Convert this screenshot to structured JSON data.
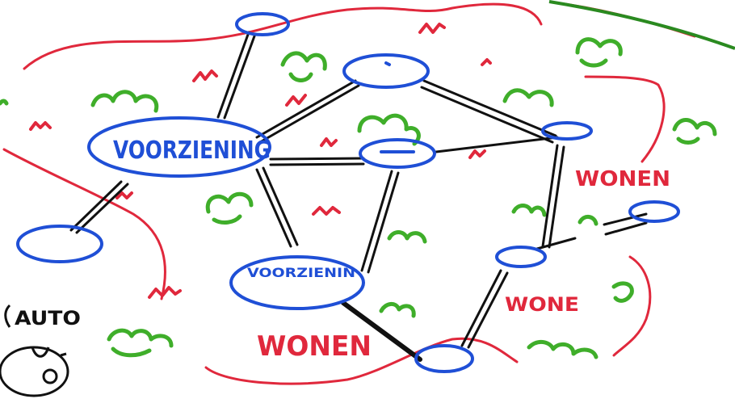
{
  "colors": {
    "node_blue": "#1f4fd6",
    "road_black": "#111111",
    "zone_red": "#e0283c",
    "green_blob": "#3fae2a",
    "paper": "#ffffff"
  },
  "nodes": {
    "voorziening_large": "VOORZIENING",
    "voorziening_small": "VOORZIENIN"
  },
  "labels": {
    "wonen_bottom": "WONEN",
    "wonen_right": "WONEN",
    "wone_middle": "WONE",
    "auto": "AUTO"
  }
}
